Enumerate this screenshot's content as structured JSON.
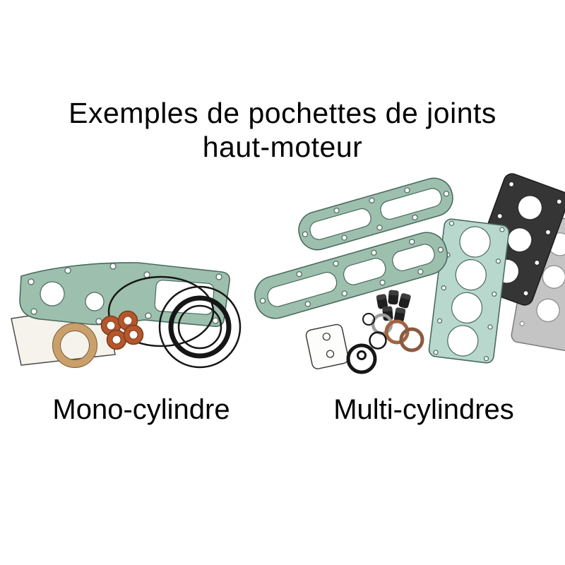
{
  "title": {
    "line1": "Exemples de pochettes de joints",
    "line2": "haut-moteur"
  },
  "labels": {
    "mono": "Mono-cylindre",
    "multi": "Multi-cylindres"
  },
  "illustration": {
    "mono_parts": [
      "base-gasket",
      "paper-gasket",
      "copper-washers",
      "fiber-ring",
      "o-rings"
    ],
    "multi_parts": [
      "valve-cover-gaskets",
      "head-gasket",
      "dark-gasket",
      "metal-gasket",
      "valve-stem-seals",
      "copper-rings",
      "small-paper-gasket",
      "o-rings"
    ]
  },
  "colors": {
    "background": "#ffffff",
    "text": "#000000",
    "gasket_teal": "#9dbfae",
    "gasket_teal_light": "#b9d8cd",
    "gasket_outline": "#4a6a5d",
    "copper": "#b5572b",
    "copper_dark": "#7e3a1c",
    "fiber_tan": "#c9a06b",
    "rubber_black": "#161616",
    "metal_gray": "#c4c4c4",
    "dark_gasket": "#353535",
    "paper_white": "#f6f3ec"
  }
}
